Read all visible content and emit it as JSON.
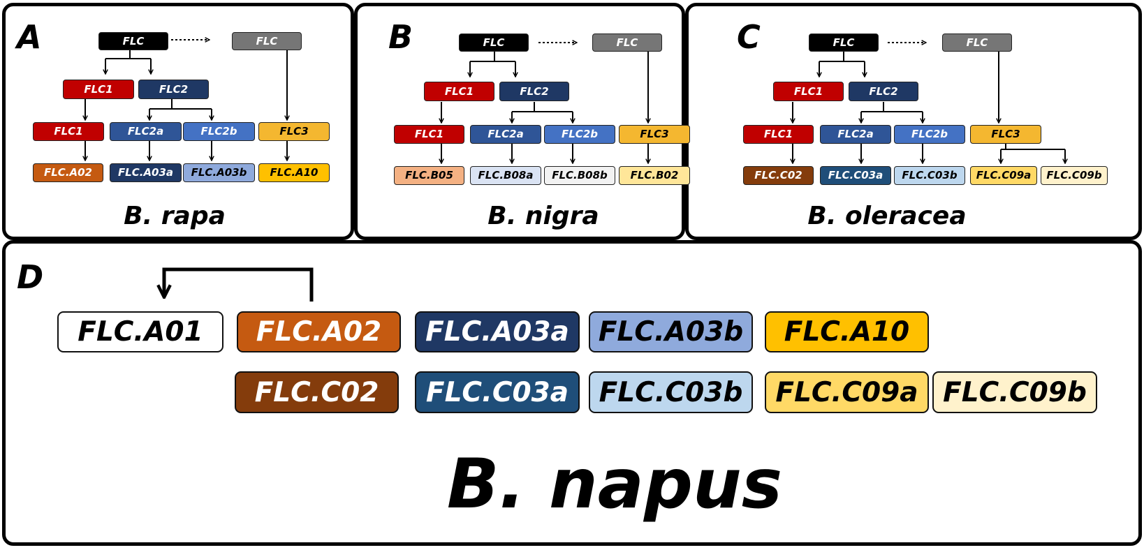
{
  "colors": {
    "black": "#000000",
    "gray": "#767676",
    "red": "#C00000",
    "navy": "#1F3864",
    "blue_mid": "#2F5597",
    "blue_light": "#4472C4",
    "yellow": "#F4B730",
    "orange_brown": "#C55A11",
    "peach": "#F4B183",
    "pale_blue": "#DAE3F3",
    "periwinkle": "#8FAADC",
    "gold": "#FFC000",
    "pale_yellow": "#FFE699",
    "brown": "#843C0C",
    "steel_blue": "#1F4E79",
    "light_blue": "#BDD7EE",
    "light_yellow": "#FFD966",
    "cream": "#FFF2CC"
  },
  "panels": {
    "A": {
      "letter": "A",
      "species": "B. rapa",
      "nodes": {
        "flc": "FLC",
        "flc_copy": "FLC",
        "flc1": "FLC1",
        "flc2": "FLC2",
        "flc1b": "FLC1",
        "flc2a": "FLC2a",
        "flc2b": "FLC2b",
        "flc3": "FLC3",
        "leaf1": "FLC.A02",
        "leaf2": "FLC.A03a",
        "leaf3": "FLC.A03b",
        "leaf4": "FLC.A10"
      }
    },
    "B": {
      "letter": "B",
      "species": "B. nigra",
      "nodes": {
        "flc": "FLC",
        "flc_copy": "FLC",
        "flc1": "FLC1",
        "flc2": "FLC2",
        "flc1b": "FLC1",
        "flc2a": "FLC2a",
        "flc2b": "FLC2b",
        "flc3": "FLC3",
        "leaf1": "FLC.B05",
        "leaf2": "FLC.B08a",
        "leaf3": "FLC.B08b",
        "leaf4": "FLC.B02"
      }
    },
    "C": {
      "letter": "C",
      "species": "B. oleracea",
      "nodes": {
        "flc": "FLC",
        "flc_copy": "FLC",
        "flc1": "FLC1",
        "flc2": "FLC2",
        "flc1b": "FLC1",
        "flc2a": "FLC2a",
        "flc2b": "FLC2b",
        "flc3": "FLC3",
        "leaf1": "FLC.C02",
        "leaf2": "FLC.C03a",
        "leaf3": "FLC.C03b",
        "leaf4": "FLC.C09a",
        "leaf5": "FLC.C09b"
      }
    },
    "D": {
      "letter": "D",
      "species": "B. napus",
      "row1": [
        "FLC.A01",
        "FLC.A02",
        "FLC.A03a",
        "FLC.A03b",
        "FLC.A10"
      ],
      "row2": [
        "FLC.C02",
        "FLC.C03a",
        "FLC.C03b",
        "FLC.C09a",
        "FLC.C09b"
      ]
    }
  }
}
